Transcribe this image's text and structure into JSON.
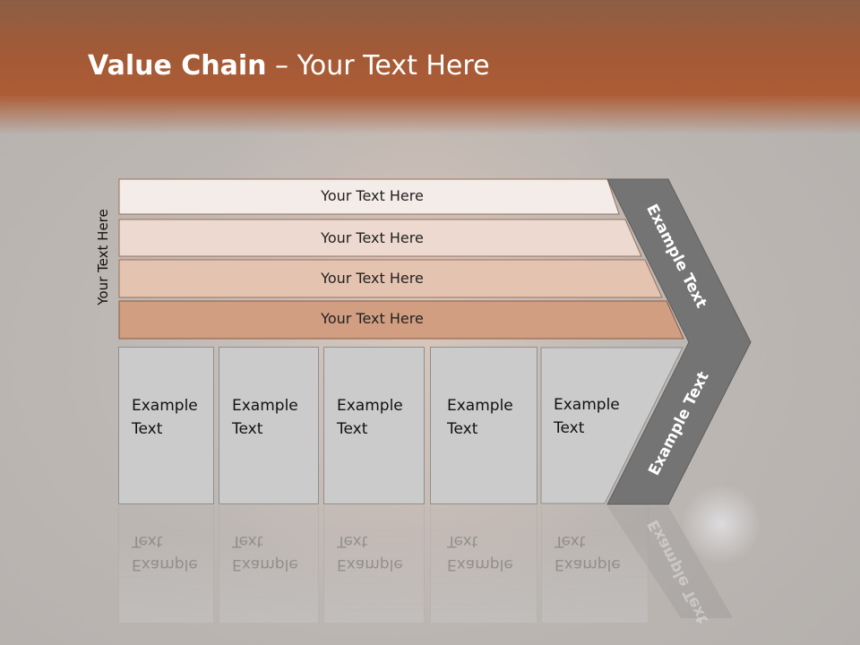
{
  "slide": {
    "title_bold": "Value Chain",
    "title_rest": " – Your Text Here",
    "side_label": "Your Text Here"
  },
  "bars": [
    {
      "label": "Your Text Here",
      "color": "#f3ece8"
    },
    {
      "label": "Your Text Here",
      "color": "#edd9cf"
    },
    {
      "label": "Your Text Here",
      "color": "#e5c3b1"
    },
    {
      "label": "Your Text Here",
      "color": "#d19e82"
    }
  ],
  "boxes": [
    {
      "line1": "Example",
      "line2": "Text"
    },
    {
      "line1": "Example",
      "line2": "Text"
    },
    {
      "line1": "Example",
      "line2": "Text"
    },
    {
      "line1": "Example",
      "line2": "Text"
    },
    {
      "line1": "Example",
      "line2": "Text"
    }
  ],
  "chevron": {
    "upper_label": "Example Text",
    "lower_label": "Example Text",
    "color": "#747474"
  }
}
